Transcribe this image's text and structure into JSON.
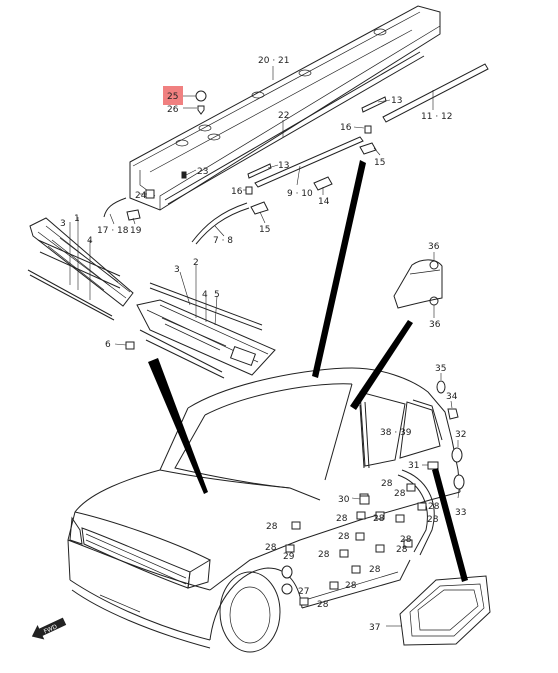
{
  "diagram": {
    "header_fragment": "-----",
    "highlight_color": "#f08080",
    "labels": {
      "p20_21": "20 · 21",
      "p25": "25",
      "p26": "26",
      "p22": "22",
      "p13a": "13",
      "p11_12": "11 · 12",
      "p16a": "16",
      "p15a": "15",
      "p23": "23",
      "p13b": "13",
      "p24": "24",
      "p16b": "16",
      "p9_10": "9 · 10",
      "p14": "14",
      "p17_18": "17 · 18",
      "p19": "19",
      "p15b": "15",
      "p7_8": "7 · 8",
      "p3a": "3",
      "p1": "1",
      "p4a": "4",
      "p2": "2",
      "p3b": "3",
      "p4b": "4",
      "p5": "5",
      "p6": "6",
      "p36a": "36",
      "p36b": "36",
      "p35": "35",
      "p34": "34",
      "p32": "32",
      "p38_39": "38 · 39",
      "p31": "31",
      "p30": "30",
      "p28a": "28",
      "p28b": "28",
      "p28c": "28",
      "p28d": "28",
      "p28e": "28",
      "p28f": "28",
      "p28g": "28",
      "p28h": "28",
      "p28i": "28",
      "p28j": "28",
      "p28k": "28",
      "p28l": "28",
      "p28m": "28",
      "p28n": "28",
      "p28o": "28",
      "p29": "29",
      "p27": "27",
      "p33": "33",
      "p37": "37",
      "fwd": "FWD"
    }
  }
}
